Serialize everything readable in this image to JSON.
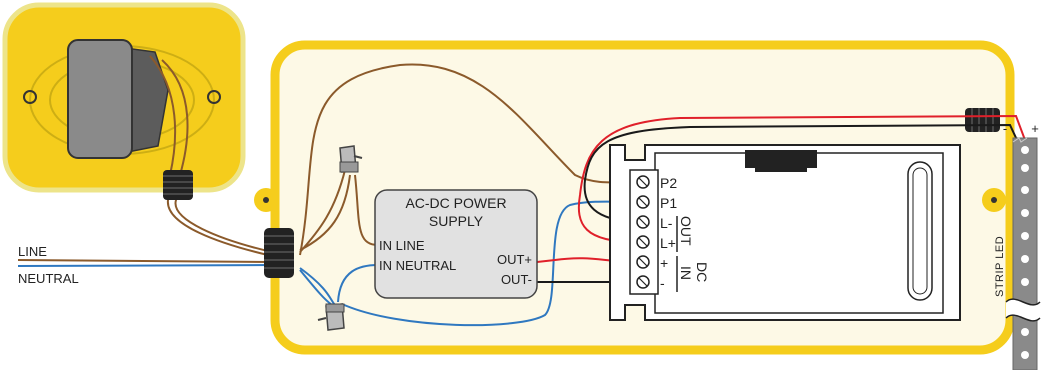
{
  "colors": {
    "enclosure_border": "#F5CD1C",
    "enclosure_fill": "#FDF9E6",
    "wall_plate": "#F5CD1C",
    "wall_plate_border": "#EDE48A",
    "brown_wire": "#8B5A2B",
    "blue_wire": "#2F78C0",
    "red_wire": "#E0202A",
    "black_wire": "#1A1A1A",
    "psu_fill": "#E1E1E1",
    "strip_fill": "#8A8A8A"
  },
  "psu": {
    "title_line1": "AC-DC POWER",
    "title_line2": "SUPPLY",
    "in_line": "IN LINE",
    "in_neutral": "IN NEUTRAL",
    "out_plus": "OUT+",
    "out_minus": "OUT-"
  },
  "mains": {
    "line": "LINE",
    "neutral": "NEUTRAL"
  },
  "controller": {
    "p2": "P2",
    "p1": "P1",
    "l_minus": "L-",
    "l_plus": "L+",
    "out": "OUT",
    "plus": "+",
    "minus": "-",
    "dc": "DC",
    "in": "IN"
  },
  "strip": {
    "label": "STRIP LED",
    "minus": "-",
    "plus": "+"
  }
}
